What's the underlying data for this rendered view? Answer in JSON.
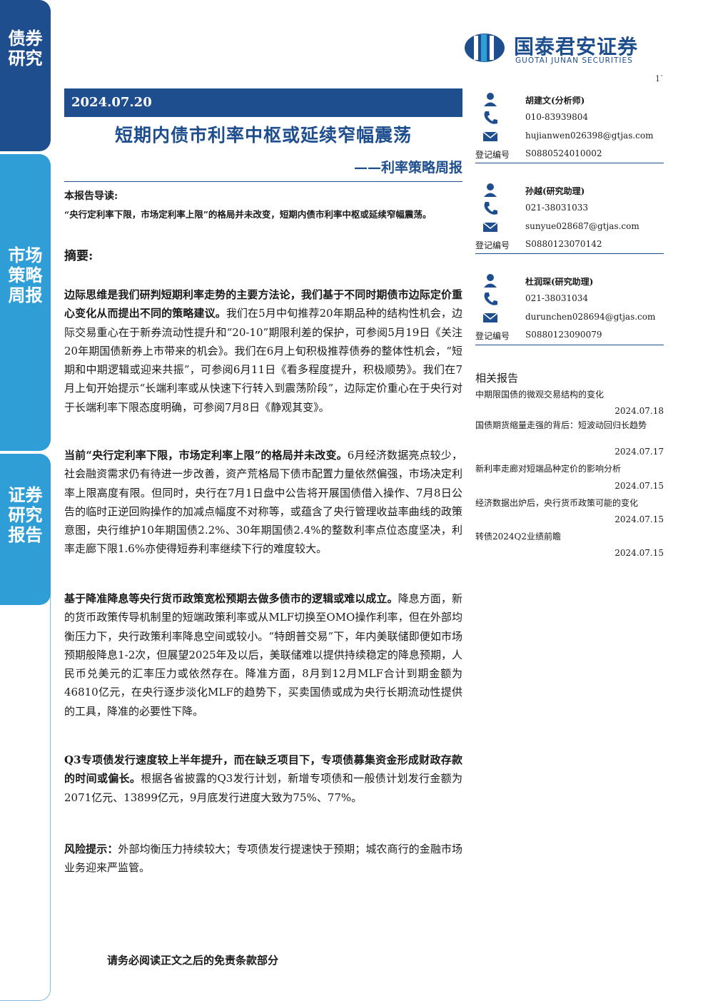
{
  "sidebar": {
    "tab1": "债券研究",
    "tab2": "市场策略周报",
    "tab3": "证券研究报告"
  },
  "logo": {
    "cn": "国泰君安证券",
    "en": "GUOTAI JUNAN SECURITIES"
  },
  "page_no": "1`",
  "date": "2024.07.20",
  "title": "短期内债市利率中枢或延续窄幅震荡",
  "subtitle": "——利率策略周报",
  "guide": {
    "head": "本报告导读:",
    "body": "“央行定利率下限，市场定利率上限”的格局并未改变，短期内债市利率中枢或延续窄幅震荡。"
  },
  "summary_head": "摘要:",
  "paragraphs": [
    {
      "bold": "边际思维是我们研判短期利率走势的主要方法论，我们基于不同时期债市边际定价重心变化从而提出不同的策略建议。",
      "text": "我们在5月中旬推荐20年期品种的结构性机会，边际交易重心在于新券流动性提升和“20-10”期限利差的保护，可参阅5月19日《关注20年期国债新券上市带来的机会》。我们在6月上旬积极推荐债券的整体性机会，“短期和中期逻辑或迎来共振”，可参阅6月11日《看多程度提升，积极顺势》。我们在7月上旬开始提示“长端利率或从快速下行转入到震荡阶段”，边际定价重心在于央行对于长端利率下限态度明确，可参阅7月8日《静观其变》。"
    },
    {
      "bold": "当前“央行定利率下限，市场定利率上限”的格局并未改变。",
      "text": "6月经济数据亮点较少，社会融资需求仍有待进一步改善，资产荒格局下债市配置力量依然偏强，市场决定利率上限高度有限。但同时，央行在7月1日盘中公告将开展国债借入操作、7月8日公告的临时正逆回购操作的加减点幅度不对称等，或蕴含了央行管理收益率曲线的政策意图，央行维护10年期国债2.2%、30年期国债2.4%的整数利率点位态度坚决，利率走廊下限1.6%亦使得短券利率继续下行的难度较大。"
    },
    {
      "bold": "基于降准降息等央行货币政策宽松预期去做多债市的逻辑或难以成立。",
      "text": "降息方面，新的货币政策传导机制里的短端政策利率或从MLF切换至OMO操作利率，但在外部均衡压力下，央行政策利率降息空间或较小。“特朗普交易”下，年内美联储即便如市场预期般降息1-2次，但展望2025年及以后，美联储难以提供持续稳定的降息预期，人民币兑美元的汇率压力或依然存在。降准方面，8月到12月MLF合计到期金额为46810亿元，在央行逐步淡化MLF的趋势下，买卖国债或成为央行长期流动性提供的工具，降准的必要性下降。"
    },
    {
      "bold": "Q3专项债发行速度较上半年提升，而在缺乏项目下，专项债募集资金形成财政存款的时间或偏长。",
      "text": "根据各省披露的Q3发行计划，新增专项债和一般债计划发行金额为2071亿元、13899亿元，9月底发行进度大致为75%、77%。"
    },
    {
      "bold": "风险提示：",
      "text": "外部均衡压力持续较大；专项债发行提速快于预期；城农商行的金融市场业务迎来严监管。"
    }
  ],
  "analysts": [
    {
      "name": "胡建文(分析师)",
      "phone": "010-83939804",
      "email": "hujianwen026398@gtjas.com",
      "reg_label": "登记编号",
      "reg": "S0880524010002"
    },
    {
      "name": "孙越(研究助理)",
      "phone": "021-38031033",
      "email": "sunyue028687@gtjas.com",
      "reg_label": "登记编号",
      "reg": "S0880123070142"
    },
    {
      "name": "杜润琛(研究助理)",
      "phone": "021-38031034",
      "email": "durunchen028694@gtjas.com",
      "reg_label": "登记编号",
      "reg": "S0880123090079"
    }
  ],
  "related": {
    "head": "相关报告",
    "items": [
      {
        "title": "中期限国债的微观交易结构的变化",
        "date": "2024.07.18"
      },
      {
        "title": "国债期货缩量走强的背后：短波动回归长趋势",
        "date": "2024.07.17"
      },
      {
        "title": "新利率走廊对短端品种定价的影响分析",
        "date": "2024.07.15"
      },
      {
        "title": "经济数据出炉后，央行货币政策可能的变化",
        "date": "2024.07.15"
      },
      {
        "title": "转债2024Q2业绩前瞻",
        "date": "2024.07.15"
      }
    ]
  },
  "footer": "请务必阅读正文之后的免责条款部分",
  "colors": {
    "navy": "#1f4e8f",
    "sky": "#2f9ed6"
  }
}
